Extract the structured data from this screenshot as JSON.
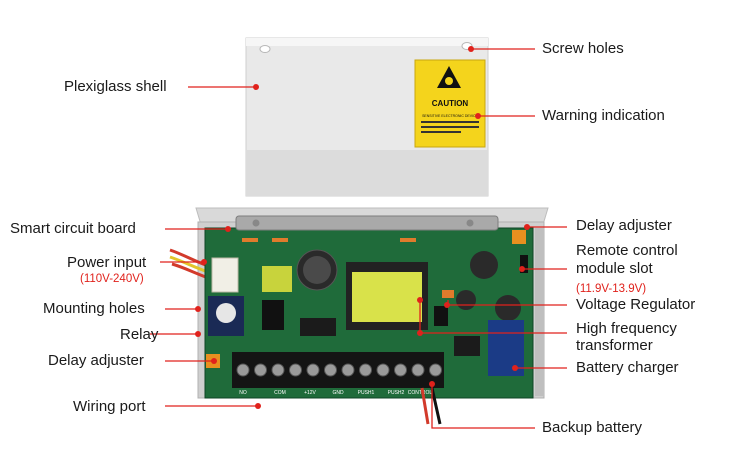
{
  "labels_left": [
    {
      "id": "plexiglass-shell",
      "text": "Plexiglass shell"
    },
    {
      "id": "smart-circuit-board",
      "text": "Smart circuit board"
    },
    {
      "id": "power-input",
      "text": "Power input",
      "sub": "(110V-240V)"
    },
    {
      "id": "mounting-holes",
      "text": "Mounting holes"
    },
    {
      "id": "relay",
      "text": "Relay"
    },
    {
      "id": "delay-adjuster-left",
      "text": "Delay adjuster"
    },
    {
      "id": "wiring-port",
      "text": "Wiring port"
    }
  ],
  "labels_right": [
    {
      "id": "screw-holes",
      "text": "Screw holes"
    },
    {
      "id": "warning-indication",
      "text": "Warning indication"
    },
    {
      "id": "delay-adjuster-right",
      "text": "Delay adjuster"
    },
    {
      "id": "remote-control-line1",
      "text": "Remote control"
    },
    {
      "id": "remote-control-line2",
      "text": "module slot"
    },
    {
      "id": "voltage-range",
      "text": "(11.9V-13.9V)"
    },
    {
      "id": "voltage-regulator",
      "text": "Voltage Regulator"
    },
    {
      "id": "hf-line1",
      "text": "High frequency"
    },
    {
      "id": "hf-line2",
      "text": "transformer"
    },
    {
      "id": "battery-charger",
      "text": "Battery charger"
    },
    {
      "id": "backup-battery",
      "text": "Backup battery"
    }
  ],
  "caution": {
    "title": "CAUTION",
    "fine": "SENSITIVE ELECTRONIC DEVICE"
  },
  "terminals": [
    "NO",
    "COM",
    "+12V",
    "GND",
    "PUSH1",
    "PUSH2",
    "CONTROL"
  ],
  "colors": {
    "accent": "#e0221c",
    "board": "#1f6b3a",
    "shell": "#ececec",
    "caution": "#f4d41c"
  }
}
